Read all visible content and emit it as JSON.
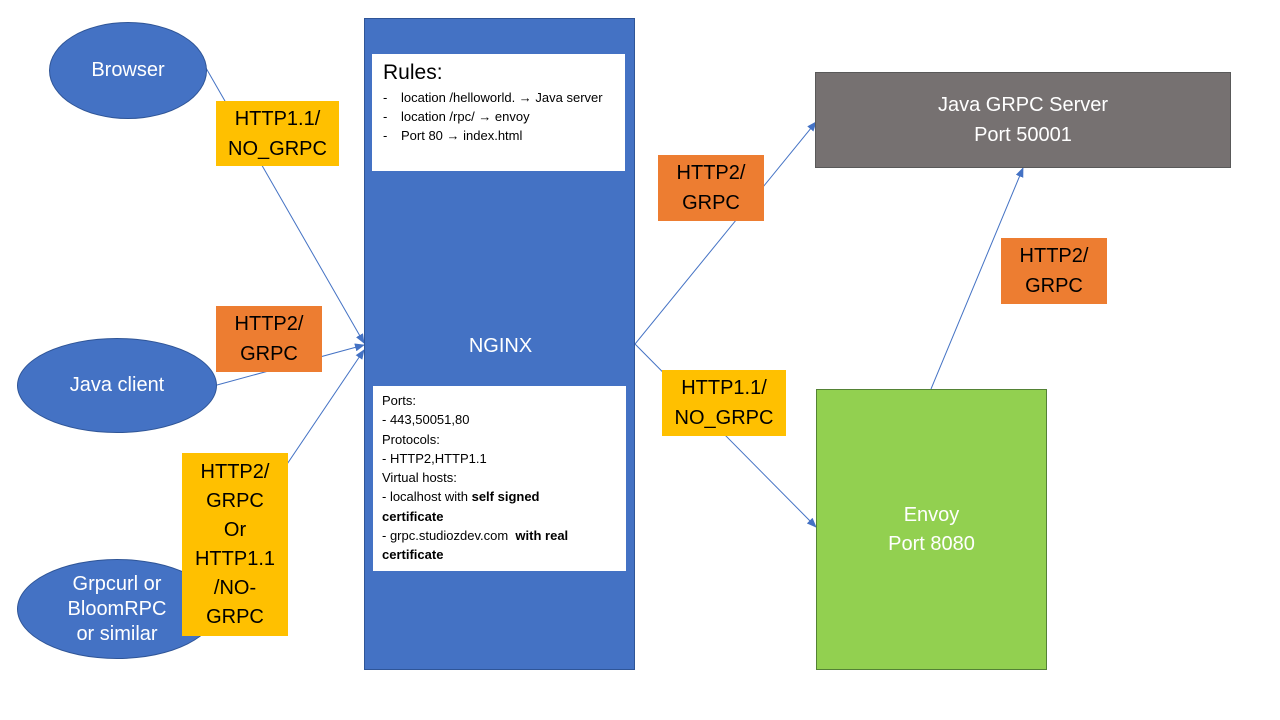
{
  "colors": {
    "client_blue": "#4472c4",
    "nginx_blue": "#4472c4",
    "java_server_gray": "#767171",
    "envoy_green": "#92d050",
    "label_yellow": "#ffc000",
    "label_orange": "#ed7d31",
    "edge_blue": "#4472c4"
  },
  "clients": {
    "browser": "Browser",
    "java_client": "Java client",
    "grpcurl": [
      "Grpcurl or",
      "BloomRPC",
      "or similar"
    ]
  },
  "nginx": {
    "title": "NGINX",
    "rules_title": "Rules:",
    "rules": [
      {
        "dash": "-",
        "text": "location /helloworld. → Java server"
      },
      {
        "dash": "-",
        "text": "location /rpc/ → envoy"
      },
      {
        "dash": "-",
        "text": "Port 80 → index.html"
      }
    ],
    "ports_label": "Ports:",
    "ports_value": "- 443,50051,80",
    "protocols_label": "Protocols:",
    "protocols_value": "- HTTP2,HTTP1.1",
    "vhosts_label": "Virtual hosts:",
    "vhost1_prefix": "- localhost with ",
    "vhost1_bold": "self signed",
    "vhost1_bold2": "certificate",
    "vhost2_prefix": "- grpc.studiozdev.com  ",
    "vhost2_bold": "with real",
    "vhost2_bold2": "certificate"
  },
  "java_server": {
    "line1": "Java GRPC Server",
    "line2": "Port 50001"
  },
  "envoy": {
    "line1": "Envoy",
    "line2": "Port 8080"
  },
  "labels": {
    "browser_protocol": [
      "HTTP1.1/",
      "NO_GRPC"
    ],
    "java_client_protocol": [
      "HTTP2/",
      "GRPC"
    ],
    "grpcurl_protocol": [
      "HTTP2/",
      "GRPC",
      "Or",
      "HTTP1.1",
      "/NO-",
      "GRPC"
    ],
    "nginx_to_java_protocol": [
      "HTTP2/",
      "GRPC"
    ],
    "nginx_to_envoy_protocol": [
      "HTTP1.1/",
      "NO_GRPC"
    ],
    "envoy_to_java_protocol": [
      "HTTP2/",
      "GRPC"
    ]
  }
}
